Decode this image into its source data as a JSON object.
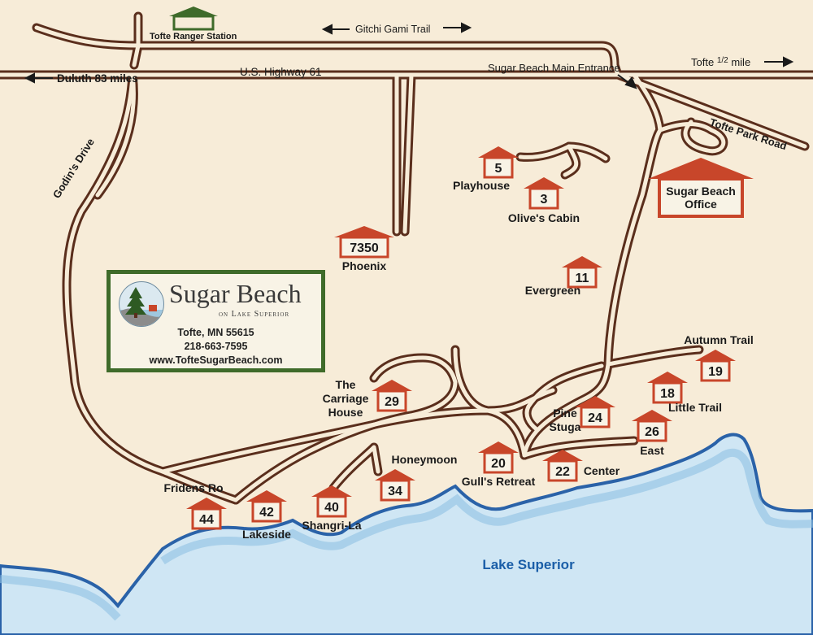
{
  "colors": {
    "land": "#f7ecd8",
    "water": "#cfe6f4",
    "shore_line": "#2a62a8",
    "road": "#5a2e1c",
    "cabin_roof": "#c8462a",
    "logo_frame": "#3f6b2a"
  },
  "road_labels": {
    "gitchi_gami": "Gitchi Gami Trail",
    "duluth": "Duluth 83 miles",
    "highway": "U.S. Highway 61",
    "main_entrance": "Sugar Beach Main Entrance",
    "tofte_distance": "Tofte",
    "tofte_fraction": "1/2",
    "tofte_mile": "mile",
    "tofte_park": "Tofte Park Road",
    "godins": "Godin's Drive",
    "ranger": "Tofte Ranger Station"
  },
  "office": {
    "line1": "Sugar Beach",
    "line2": "Office"
  },
  "lake": "Lake Superior",
  "logo": {
    "title": "Sugar Beach",
    "subtitle": "on Lake Superior",
    "address": "Tofte, MN 55615",
    "phone": "218-663-7595",
    "website": "www.TofteSugarBeach.com"
  },
  "cabins": [
    {
      "number": "5",
      "name": "Playhouse"
    },
    {
      "number": "3",
      "name": "Olive's Cabin"
    },
    {
      "number": "7350",
      "name": "Phoenix"
    },
    {
      "number": "11",
      "name": "Evergreen"
    },
    {
      "number": "19",
      "name": "Autumn Trail"
    },
    {
      "number": "18",
      "name": "Little Trail"
    },
    {
      "number": "29",
      "name": "The Carriage House",
      "name_lines": [
        "The",
        "Carriage",
        "House"
      ]
    },
    {
      "number": "24",
      "name": "Pine Stuga",
      "name_lines": [
        "Pine",
        "Stuga"
      ]
    },
    {
      "number": "26",
      "name": "East"
    },
    {
      "number": "20",
      "name": "Gull's Retreat"
    },
    {
      "number": "22",
      "name": "Center"
    },
    {
      "number": "34",
      "name": "Honeymoon"
    },
    {
      "number": "40",
      "name": "Shangri-La"
    },
    {
      "number": "42",
      "name": "Lakeside"
    },
    {
      "number": "44",
      "name": "Fridens Ro"
    }
  ]
}
